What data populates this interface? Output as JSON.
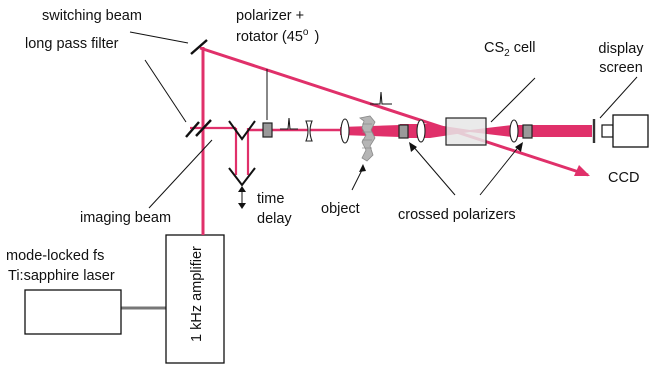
{
  "labels": {
    "switching_beam": "switching beam",
    "long_pass_filter": "long pass filter",
    "polarizer_line1": "polarizer +",
    "polarizer_line2": "rotator (45",
    "polarizer_degree": "o",
    "polarizer_close": ")",
    "cs2_main": "CS",
    "cs2_sub": "2",
    "cs2_suffix": " cell",
    "display_line1": "display",
    "display_line2": "screen",
    "ccd": "CCD",
    "time_line1": "time",
    "time_line2": "delay",
    "object": "object",
    "crossed_polarizers": "crossed polarizers",
    "imaging_beam": "imaging beam",
    "laser_line1": "mode-locked fs",
    "laser_line2": "Ti:sapphire laser",
    "amplifier": "1 kHz amplifier"
  },
  "colors": {
    "beam": "#e0306a",
    "optic_gray": "#9a9a9a",
    "outline": "#111111"
  }
}
